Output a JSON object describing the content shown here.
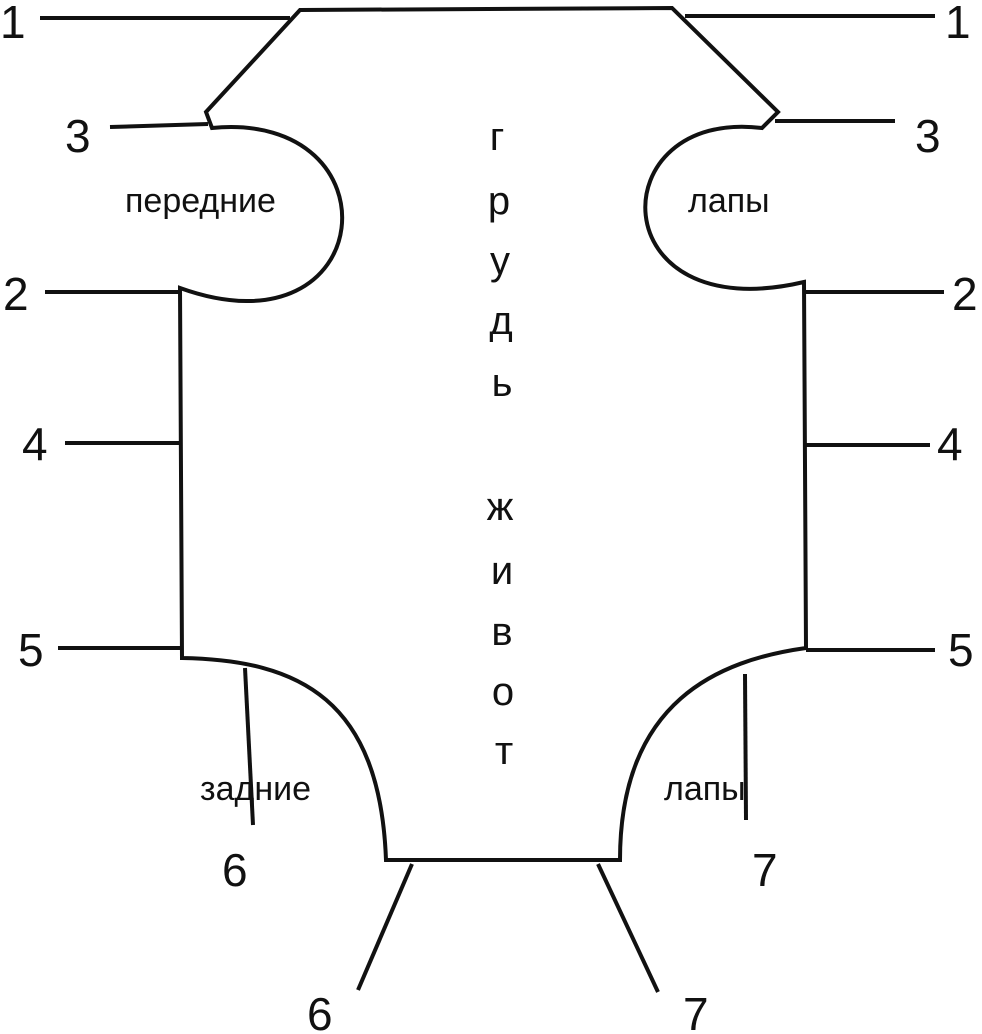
{
  "labels": {
    "front": "передние",
    "front_paws": "лапы",
    "hind": "задние",
    "hind_paws": "лапы"
  },
  "vertical": {
    "chest": [
      "г",
      "р",
      "у",
      "д",
      "ь"
    ],
    "belly": [
      "ж",
      "и",
      "в",
      "о",
      "т"
    ]
  },
  "markers": {
    "m1": "1",
    "m2": "2",
    "m3": "3",
    "m4": "4",
    "m5": "5",
    "m6": "6",
    "m7": "7"
  },
  "colors": {
    "line": "#111111",
    "background": "#ffffff"
  }
}
